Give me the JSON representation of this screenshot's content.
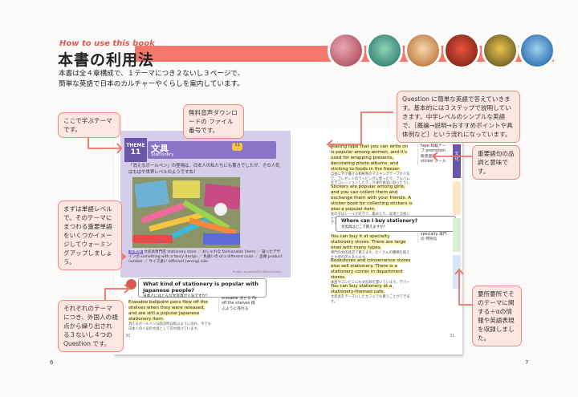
{
  "header": {
    "how_to": "How to use this book",
    "title": "本書の利用法",
    "intro_line1": "本書は全４章構成で、１テーマにつき２ないし３ページで、",
    "intro_line2": "簡単な英語で日本のカルチャーやくらしを案内しています。"
  },
  "callouts": {
    "theme": "ここで学ぶテーマです。",
    "download": "無料音声ダウンロードの ファイル番号です。",
    "warmup": "まずは単語レベルで。そのテーマにまつわる重要単語をいくつかイメージしてウォーミングアップしましょう。",
    "questions": "それぞれのテーマにつき、外国人の視点から繰り出される３ないし４つの Question です。",
    "answer": "Question に簡単な英語で答えていきます。基本的には３ステップで説明していきます。中学レベルのシンプルな英語で、［概論→説明→おすすめポイントや具体例など］という流れになっています。",
    "phrase": "重要語句の品詞と意味です。",
    "bonus": "要所要所でそのテーマに関する＋αの情報や英語表現を収録しました。"
  },
  "book": {
    "theme_label": "THEME",
    "theme_no": "11",
    "category_jp": "文具",
    "category_en": "Stationery",
    "download_no": "11",
    "intro_text": "「消えるボールペン」の登場は、日本人の私たちにも驚きでしたが、その人気はもはや世界レベルのようですね！",
    "vocab_head": "日本語",
    "vocab_text": "文房具専門店 stationery store ／ おしゃれな fashionable (item) ／ 凝ったデザインの something with a fancy design ／ 色違いの of a different color ／ 品番 product number ／ サイズ違い different (wrong) size",
    "photo_credit": "Photo: sayaka0922/iStock/Getty",
    "q1_en": "What kind of stationery is popular with Japanese people?",
    "q1_jp": "日本人にはどんな文房具が人気ですか？",
    "a1_en": "Erasable ballpoint pens flew off the shelves when they were released, and are still a popular Japanese stationery item.",
    "a1_jp": "消えるボールペンは発売時は飛ぶように売れ、今でも日本人の人気の文具として売れ続けています。",
    "sidenote1": "erasable 消せる fly off the shelves 飛ぶように売れる",
    "page_left": "30",
    "page_right": "31",
    "a2_en": "Making tape that you can write on is popular among women, and it's used for wrapping presents, decorating photo albums, and sticking to foods in the freezer.",
    "a2_jp": "自由に字が書ける和紙製のマスキングテープが人気で、プレゼントのラッピングに使ったり、アルバムをデコレーションしたり、冷凍の食品に貼ったりします。",
    "a3_en": "Stickers are popular among girls, and you can collect them and exchange them with your friends. A sticker book for collecting stickers is also a popular item.",
    "a3_jp": "女の子はシールが好きで、集めたり、友達と交換したりします。シールを集めるシール帳も人気のアイテムです。",
    "sidenote2": "tape 和紙テープ promotion 販売促進 sticker シール",
    "q2_en": "Where can I buy stationery?",
    "q2_jp": "文房具はどこで買えますか？",
    "a4_en": "You can buy it at specialty stationery stores. There are large ones with many types.",
    "a4_jp": "専門の文房具店で買えます。たくさんの種類を揃えた大型の店もあります。",
    "a5_en": "Bookstores and convenience stores also sell stationery. There is a stationery corner in department stores.",
    "a5_jp": "本屋やコンビニにも文房具を置いています。デパートなどにも文房具のコーナーがあります。",
    "a6_en": "You can buy stationery at a stationery-themed cafe.",
    "a6_jp": "文房具をテーマにしたカフェでも買うことができます。",
    "sidenote3": "specialty 専門の 特別な",
    "side_tab": "文 化"
  },
  "page_numbers": {
    "left": "6",
    "right": "7"
  },
  "icons": [
    "speaker-icon",
    "question-icon",
    "photo-thumbnail"
  ]
}
